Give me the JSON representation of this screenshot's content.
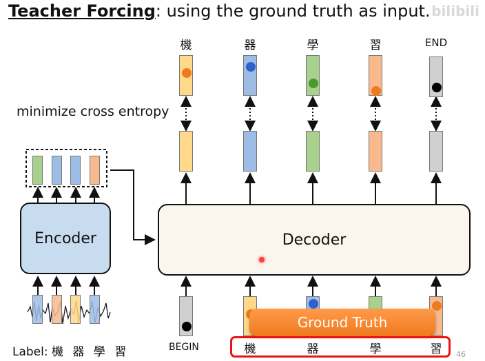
{
  "title": {
    "bold": "Teacher Forcing",
    "rest": ": using the ground truth as input."
  },
  "watermark": "bilibili",
  "annotation": "minimize cross entropy",
  "encoder_label": "Encoder",
  "decoder_label": "Decoder",
  "ground_truth_label": "Ground Truth",
  "begin_label": "BEGIN",
  "page_number": "46",
  "label_prefix": "Label:",
  "label_chars": "機 器 學 習",
  "outputs": [
    {
      "char": "機",
      "color": "#ffd88a",
      "dot": "#f07a1e"
    },
    {
      "char": "器",
      "color": "#9dbde6",
      "dot": "#2e62c9"
    },
    {
      "char": "學",
      "color": "#a9d18e",
      "dot": "#4a9a2e"
    },
    {
      "char": "習",
      "color": "#f8b98f",
      "dot": "#f07a1e"
    },
    {
      "char": "END",
      "color": "#d0d0d0",
      "dot": "#000000"
    }
  ],
  "ground_truth_chars": [
    "機",
    "器",
    "學",
    "習"
  ],
  "colors": {
    "yellow": "#ffd88a",
    "blue": "#9dbde6",
    "green": "#a9d18e",
    "orange": "#f8b98f",
    "gray": "#d0d0d0",
    "accent": "#f07a1e",
    "red": "#e11111"
  }
}
